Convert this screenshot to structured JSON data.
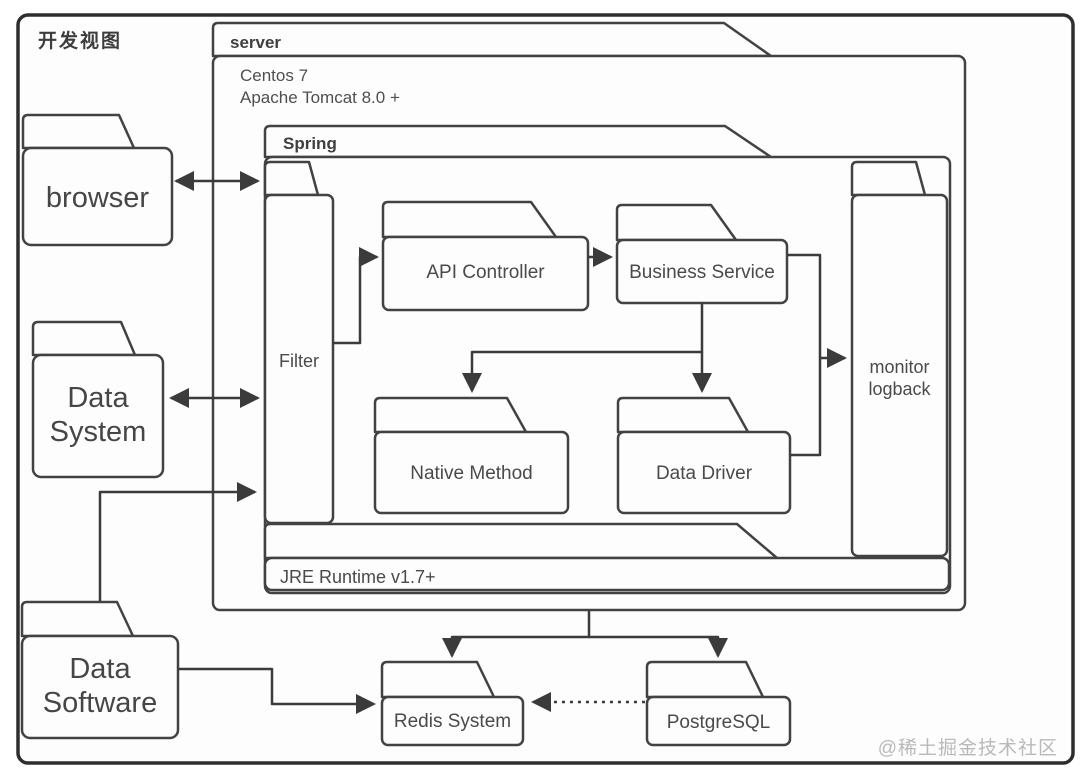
{
  "title": "开发视图",
  "watermark": "@稀土掘金技术社区",
  "colors": {
    "line": "#3b3b3b",
    "frame": "#2e2e2e",
    "text": "#4a4a4a",
    "background": "#fdfdfd",
    "watermark": "#b9b9b9"
  },
  "packages": {
    "server": {
      "label": "server",
      "env": [
        "Centos 7",
        "Apache Tomcat 8.0 +"
      ]
    },
    "spring": {
      "label": "Spring"
    },
    "filter": {
      "label": "Filter"
    },
    "api_controller": {
      "label": "API Controller"
    },
    "business_service": {
      "label": "Business Service"
    },
    "native_method": {
      "label": "Native Method"
    },
    "data_driver": {
      "label": "Data Driver"
    },
    "monitor": {
      "label": "monitor logback"
    },
    "jre": {
      "label": "JRE Runtime v1.7+"
    },
    "browser": {
      "label": "browser"
    },
    "data_system": {
      "label": "Data System"
    },
    "data_software": {
      "label": "Data Software"
    },
    "redis": {
      "label": "Redis System"
    },
    "postgresql": {
      "label": "PostgreSQL"
    }
  },
  "edges": [
    {
      "from": "browser",
      "to": "filter",
      "style": "solid",
      "direction": "both"
    },
    {
      "from": "data_system",
      "to": "filter",
      "style": "solid",
      "direction": "both"
    },
    {
      "from": "data_software",
      "to": "filter",
      "style": "solid",
      "direction": "forward"
    },
    {
      "from": "filter",
      "to": "api_controller",
      "style": "solid",
      "direction": "forward"
    },
    {
      "from": "api_controller",
      "to": "business_service",
      "style": "solid",
      "direction": "forward"
    },
    {
      "from": "business_service",
      "to": "native_method",
      "style": "solid",
      "direction": "forward"
    },
    {
      "from": "business_service",
      "to": "data_driver",
      "style": "solid",
      "direction": "forward"
    },
    {
      "from": "business_service",
      "to": "monitor",
      "style": "solid",
      "direction": "forward"
    },
    {
      "from": "data_driver",
      "to": "monitor",
      "style": "solid",
      "direction": "forward"
    },
    {
      "from": "server",
      "to": "redis",
      "style": "solid",
      "direction": "forward"
    },
    {
      "from": "server",
      "to": "postgresql",
      "style": "solid",
      "direction": "forward"
    },
    {
      "from": "data_software",
      "to": "redis",
      "style": "solid",
      "direction": "forward"
    },
    {
      "from": "postgresql",
      "to": "redis",
      "style": "dotted",
      "direction": "forward"
    }
  ]
}
